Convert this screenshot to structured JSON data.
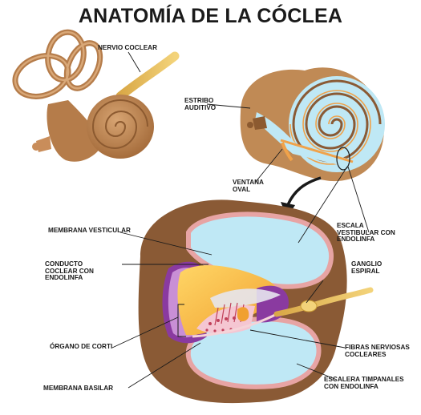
{
  "title": "ANATOMÍA DE LA CÓCLEA",
  "labels": {
    "nervio_coclear": "NERVIO COCLEAR",
    "estribo_auditivo": "ESTRIBO\nAUDITIVO",
    "ventana_oval": "VENTANA\nOVAL",
    "membrana_vesticular": "MEMBRANA VESTICULAR",
    "escala_vestibular": "ESCALA\nVESTIBULAR CON\nENDOLINFA",
    "conducto_coclear": "CONDUCTO\nCOCLEAR CON\nENDOLINFA",
    "ganglio_espiral": "GANGLIO\nESPIRAL",
    "organo_de_corti": "ÓRGANO DE CORTI",
    "fibras_nerviosas": "FIBRAS NERVIOSAS\nCOCLEARES",
    "membrana_basilar": "MEMBRANA BASILAR",
    "escalera_timpanales": "ESCALERA TIMPANALES\nCON ENDOLINFA"
  },
  "colors": {
    "bone": "#c08a55",
    "bone_dark": "#8c5a30",
    "tissue": "#8a5a35",
    "scala_fill": "#bfe8f5",
    "scala_rim": "#e7a4a4",
    "duct": "#f3b13a",
    "purple": "#8a3aa0",
    "nerve": "#e8c15a"
  }
}
